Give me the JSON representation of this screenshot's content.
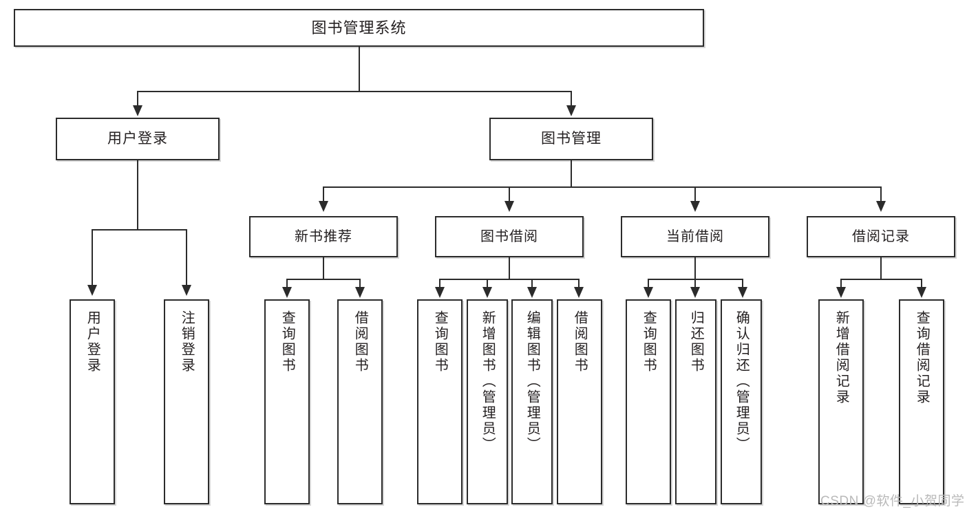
{
  "diagram": {
    "title": "图书管理系统",
    "type": "功能结构图",
    "root": {
      "label": "图书管理系统"
    },
    "level2": [
      {
        "label": "用户登录"
      },
      {
        "label": "图书管理"
      }
    ],
    "level3": [
      {
        "label": "新书推荐"
      },
      {
        "label": "图书借阅"
      },
      {
        "label": "当前借阅"
      },
      {
        "label": "借阅记录"
      }
    ],
    "leaves": {
      "user_login": [
        {
          "label": "用户登录"
        },
        {
          "label": "注销登录"
        }
      ],
      "new_book_recommend": [
        {
          "label": "查询图书"
        },
        {
          "label": "借阅图书"
        }
      ],
      "book_borrow": [
        {
          "label": "查询图书"
        },
        {
          "label": "新增图书（管理员）"
        },
        {
          "label": "编辑图书（管理员）"
        },
        {
          "label": "借阅图书"
        }
      ],
      "current_borrow": [
        {
          "label": "查询图书"
        },
        {
          "label": "归还图书"
        },
        {
          "label": "确认归还（管理员）"
        }
      ],
      "borrow_record": [
        {
          "label": "新增借阅记录"
        },
        {
          "label": "查询借阅记录"
        }
      ]
    }
  },
  "watermark": {
    "text": "CSDN @软件_小贺同学"
  },
  "colors": {
    "stroke": "#2b2b2b",
    "text": "#231f20",
    "background": "#ffffff",
    "watermark": "#b9b9b9"
  }
}
